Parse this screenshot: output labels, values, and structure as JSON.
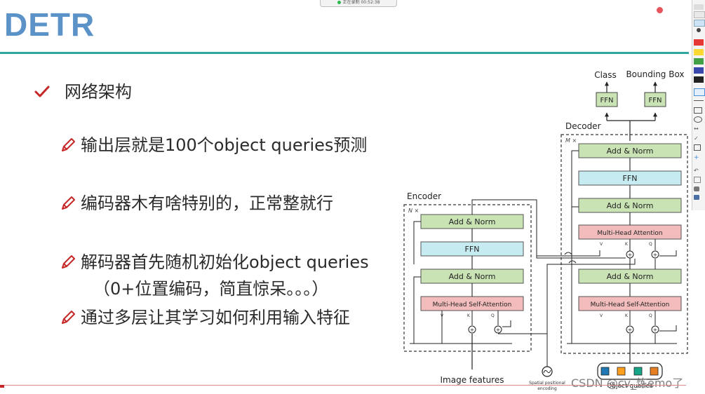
{
  "slide": {
    "title": "DETR",
    "bullets": [
      "网络架构",
      "输出层就是100个object queries预测",
      "编码器木有啥特别的，正常整就行",
      "解码器首先随机初始化object queries",
      "（0+位置编码，简直惊呆。。。）",
      "通过多层让其学习如何利用输入特征"
    ]
  },
  "diagram": {
    "outputs": {
      "class": "Class",
      "bbox": "Bounding Box"
    },
    "ffn": "FFN",
    "encoder": {
      "label": "Encoder",
      "repeat": "N ×",
      "add_norm": "Add & Norm",
      "attention": "Multi-Head Self-Attention"
    },
    "decoder": {
      "label": "Decoder",
      "repeat": "M ×",
      "add_norm": "Add & Norm",
      "cross_attention": "Multi-Head Attention",
      "attention": "Multi-Head Self-Attention"
    },
    "vkq": {
      "v": "V",
      "k": "K",
      "q": "Q"
    },
    "inputs": {
      "image_features": "Image features",
      "spatial_line1": "Spatial positional",
      "spatial_line2": "encoding",
      "object_queries": "Object queries"
    }
  },
  "watermark": "CSDN @cv_炼emo了",
  "recording_text": "正在录制 00:52:38",
  "colors": {
    "title": "#5b93c8",
    "accent_line": "#2fa6a0",
    "add_norm": "#c9e3b4",
    "ffn": "#c6ecf1",
    "attention": "#f2bcbc",
    "pencil": "#c62828"
  }
}
